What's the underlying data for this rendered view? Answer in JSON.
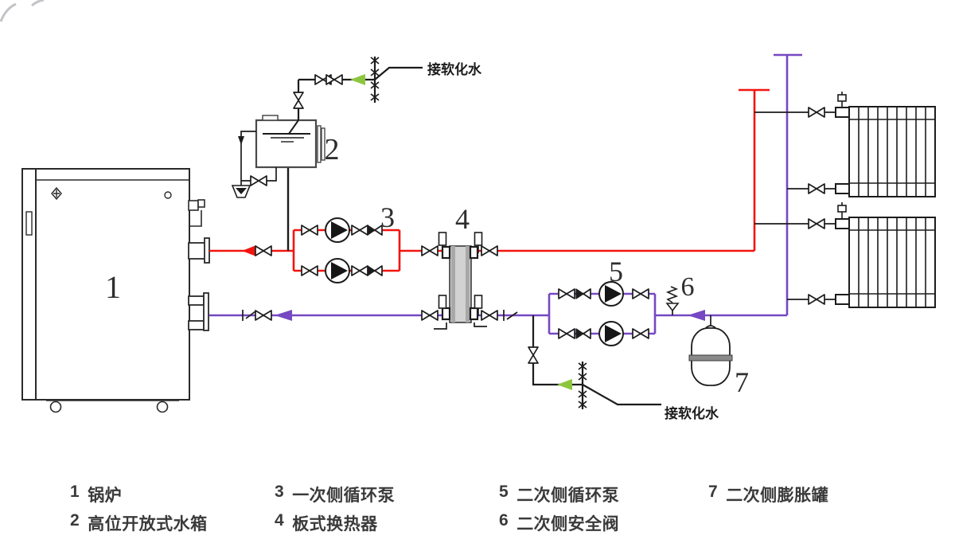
{
  "diagram": {
    "equipment_numbers": {
      "boiler": "1",
      "tank": "2",
      "primary_pump": "3",
      "heat_exchanger": "4",
      "secondary_pump": "5",
      "safety_valve": "6",
      "expansion_tank": "7"
    },
    "annotations": {
      "softened_water_top": "接软化水",
      "softened_water_bottom": "接软化水"
    },
    "colors": {
      "supply_red": "#f2150f",
      "return_purple": "#7648c2",
      "flow_green": "#8cc63f",
      "line_black": "#231f20"
    }
  },
  "legend": {
    "items": [
      {
        "num": "1",
        "label": "锅炉"
      },
      {
        "num": "2",
        "label": "高位开放式水箱"
      },
      {
        "num": "3",
        "label": "一次侧循环泵"
      },
      {
        "num": "4",
        "label": "板式换热器"
      },
      {
        "num": "5",
        "label": "二次侧循环泵"
      },
      {
        "num": "6",
        "label": "二次侧安全阀"
      },
      {
        "num": "7",
        "label": "二次侧膨胀罐"
      }
    ]
  }
}
